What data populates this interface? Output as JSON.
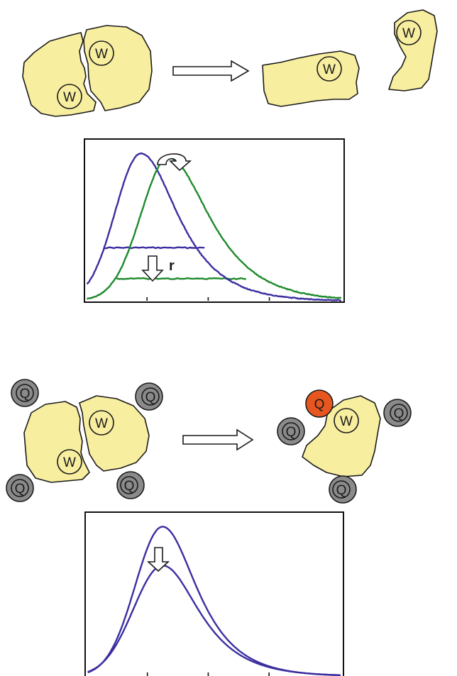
{
  "labels": {
    "water": "W",
    "quencher": "Q",
    "annotation_r": "r"
  },
  "colors": {
    "particle_fill": "#f8eea0",
    "quencher_fill": "#8a8a8a",
    "quencher_bound_fill": "#e8561f",
    "curve_before": "#3b2fa0",
    "curve_after": "#1f8a2c"
  },
  "icons": {
    "process_arrow": "right-arrow-outline-icon",
    "shift_arrow": "curved-arrow-right-icon",
    "decrease_arrow": "down-arrow-outline-icon"
  },
  "chart_data": [
    {
      "type": "line",
      "title": "",
      "xlabel": "",
      "ylabel": "",
      "x_ticks": [
        1,
        2,
        3
      ],
      "xlim": [
        0,
        4.2
      ],
      "ylim": [
        0,
        1.05
      ],
      "series": [
        {
          "peak_x": 0.9,
          "peak_y": 1.0,
          "width_left": 0.42,
          "width_right": 0.85,
          "noise": true
        },
        {
          "peak_x": 1.35,
          "peak_y": 0.97,
          "width_left": 0.45,
          "width_right": 0.95,
          "noise": true
        }
      ],
      "width_levels": [
        {
          "y": 0.36,
          "x_from": 0.3,
          "x_to": 1.95
        },
        {
          "y": 0.15,
          "x_from": 0.5,
          "x_to": 2.65
        }
      ]
    },
    {
      "type": "line",
      "title": "",
      "xlabel": "",
      "ylabel": "",
      "x_ticks": [
        1,
        2,
        3
      ],
      "xlim": [
        0,
        4.2
      ],
      "ylim": [
        0,
        1.05
      ],
      "series": [
        {
          "peak_x": 1.25,
          "peak_y": 1.0,
          "width_left": 0.45,
          "width_right": 0.8,
          "noise": false
        },
        {
          "peak_x": 1.25,
          "peak_y": 0.74,
          "width_left": 0.48,
          "width_right": 0.85,
          "noise": false
        }
      ]
    }
  ]
}
